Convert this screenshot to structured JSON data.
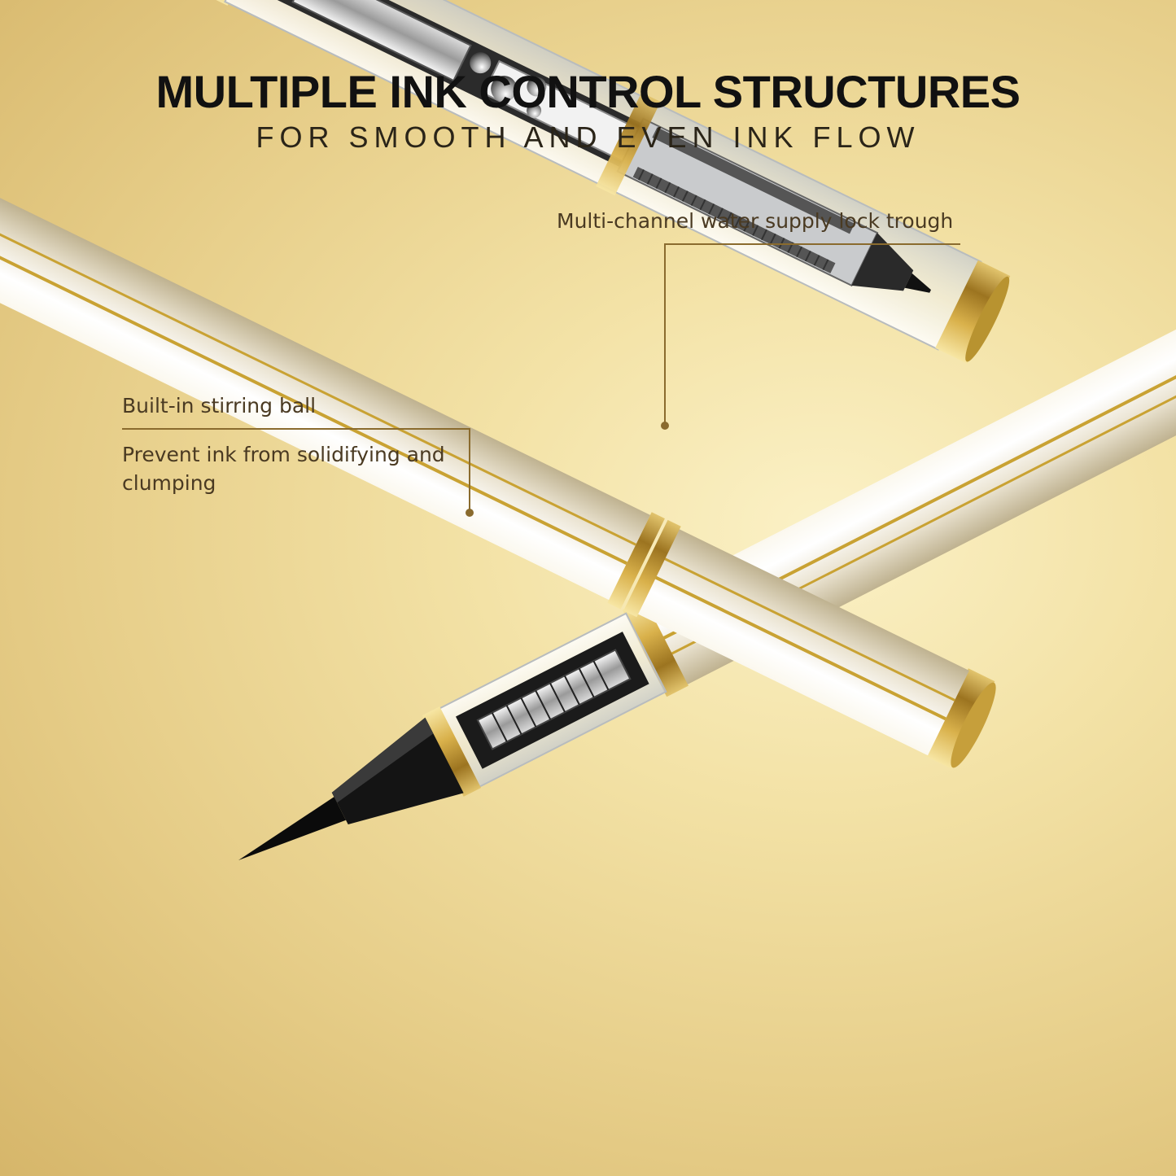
{
  "header": {
    "title": "MULTIPLE INK CONTROL STRUCTURES",
    "subtitle": "FOR SMOOTH AND EVEN INK FLOW"
  },
  "callouts": {
    "trough": "Multi-channel water supply lock trough",
    "ball": "Built-in stirring ball",
    "prevent": "Prevent ink from solidifying and clumping"
  },
  "colors": {
    "background": "#f0dc9e",
    "gold": "#c9a233",
    "pen_body": "#f2ede0",
    "ink": "#111111",
    "callout_text": "#4a3a22"
  }
}
